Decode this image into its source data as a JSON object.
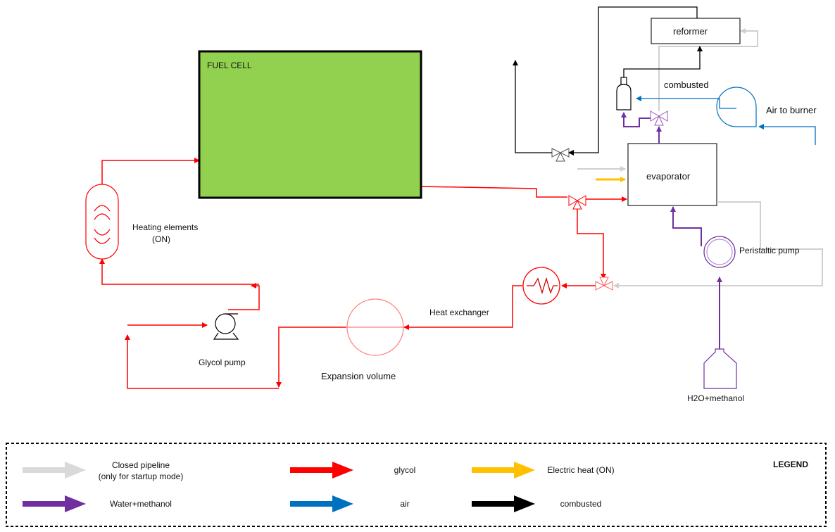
{
  "components": {
    "fuel_cell": "FUEL CELL",
    "reformer": "reformer",
    "evaporator": "evaporator",
    "combusted": "combusted",
    "air_to_burner": "Air to burner",
    "heating_elements_line1": "Heating elements",
    "heating_elements_line2": "(ON)",
    "peristaltic_pump": "Peristaltic pump",
    "heat_exchanger": "Heat exchanger",
    "glycol_pump": "Glycol pump",
    "expansion_volume": "Expansion volume",
    "tank": "H2O+methanol"
  },
  "legend": {
    "title": "LEGEND",
    "items": [
      {
        "label_line1": "Closed pipeline",
        "label_line2": "(only for startup mode)",
        "color": "#d9d9d9"
      },
      {
        "label_line1": "glycol",
        "label_line2": "",
        "color": "#ff0000"
      },
      {
        "label_line1": "Electric heat (ON)",
        "label_line2": "",
        "color": "#ffc000"
      },
      {
        "label_line1": "Water+methanol",
        "label_line2": "",
        "color": "#7030a0"
      },
      {
        "label_line1": "air",
        "label_line2": "",
        "color": "#0070c0"
      },
      {
        "label_line1": "combusted",
        "label_line2": "",
        "color": "#000000"
      }
    ]
  },
  "colors": {
    "fuel_cell_fill": "#92d050",
    "glycol": "#ff0000",
    "water_methanol": "#7030a0",
    "air": "#0070c0",
    "combusted": "#000000",
    "closed_pipeline": "#d9d9d9",
    "electric_heat": "#ffc000"
  }
}
